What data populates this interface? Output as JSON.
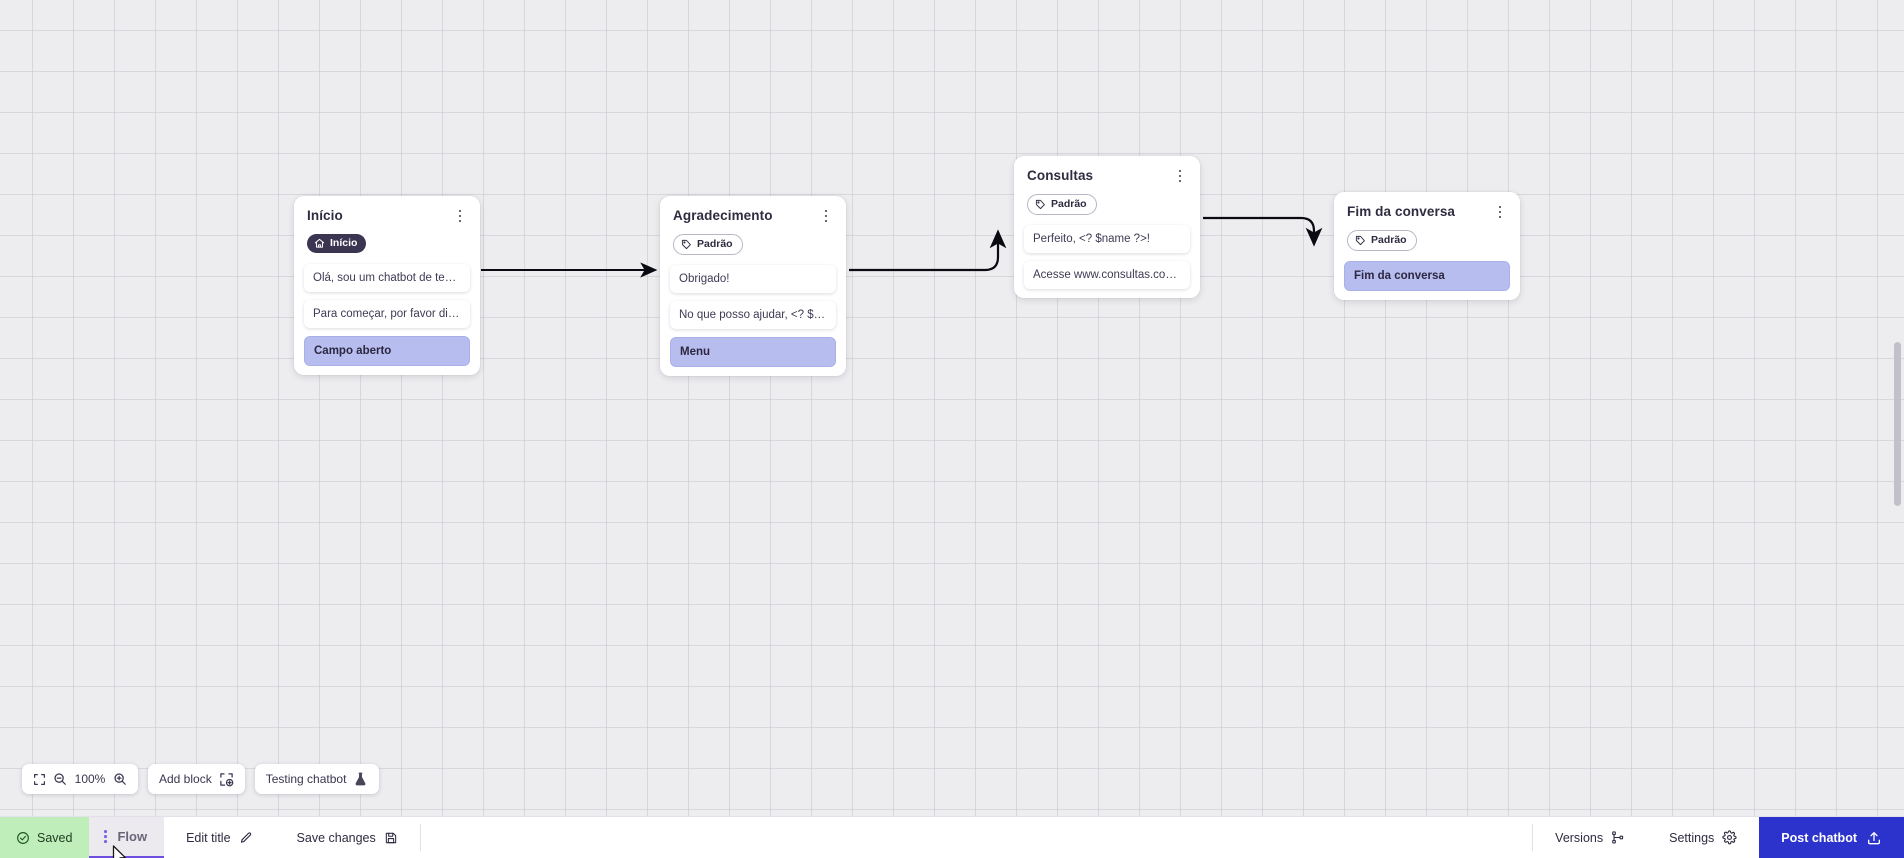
{
  "canvas": {
    "zoom_label": "100%",
    "grid": true
  },
  "nodes": [
    {
      "id": "inicio",
      "title": "Início",
      "tag": {
        "label": "Início",
        "style": "dark",
        "icon": "home-icon"
      },
      "messages": [
        {
          "text": "Olá, sou um chatbot de teste!",
          "accent": false
        },
        {
          "text": "Para começar, por favor digite o ...",
          "accent": false
        },
        {
          "text": "Campo aberto",
          "accent": true
        }
      ]
    },
    {
      "id": "agradecimento",
      "title": "Agradecimento",
      "tag": {
        "label": "Padrão",
        "style": "light",
        "icon": "tag-icon"
      },
      "messages": [
        {
          "text": "Obrigado!",
          "accent": false
        },
        {
          "text": "No que posso ajudar, <? $name ...",
          "accent": false
        },
        {
          "text": "Menu",
          "accent": true
        }
      ]
    },
    {
      "id": "consultas",
      "title": "Consultas",
      "tag": {
        "label": "Padrão",
        "style": "light",
        "icon": "tag-icon"
      },
      "messages": [
        {
          "text": "Perfeito, <? $name ?>!",
          "accent": false
        },
        {
          "text": "Acesse www.consultas.com par...",
          "accent": false
        }
      ]
    },
    {
      "id": "fim",
      "title": "Fim da conversa",
      "tag": {
        "label": "Padrão",
        "style": "light",
        "icon": "tag-icon"
      },
      "messages": [
        {
          "text": "Fim da conversa",
          "accent": true
        }
      ]
    }
  ],
  "toolbar": {
    "fit_icon": "fit-screen-icon",
    "zoom_out_icon": "zoom-out-icon",
    "zoom_in_icon": "zoom-in-icon",
    "zoom_level": "100%",
    "add_block_label": "Add block",
    "add_block_icon": "add-block-icon",
    "testing_label": "Testing chatbot",
    "testing_icon": "flask-icon"
  },
  "statusbar": {
    "saved_label": "Saved",
    "saved_icon": "check-circle-icon",
    "flow_tab_label": "Flow",
    "flow_tab_handle_icon": "drag-handle-icon",
    "edit_title_label": "Edit title",
    "edit_title_icon": "pencil-icon",
    "save_changes_label": "Save changes",
    "save_changes_icon": "floppy-disk-icon",
    "versions_label": "Versions",
    "versions_icon": "branch-icon",
    "settings_label": "Settings",
    "settings_icon": "gear-icon",
    "post_label": "Post chatbot",
    "post_icon": "upload-icon"
  },
  "colors": {
    "accent_purple": "#b7bdee",
    "tag_dark": "#3b3551",
    "saved_green": "#bfeeba",
    "post_blue": "#2b33cc",
    "tab_underline": "#6d4ee0",
    "canvas_bg": "#edecef"
  }
}
